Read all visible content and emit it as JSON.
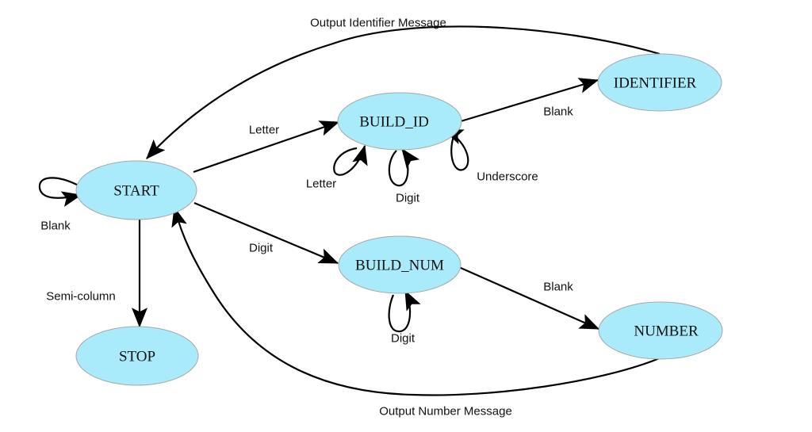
{
  "diagram": {
    "type": "state-machine",
    "colors": {
      "node_fill": "#a9ebfb",
      "node_stroke": "#a7a7a7",
      "edge": "#000000"
    },
    "nodes": [
      {
        "id": "start",
        "label": "START"
      },
      {
        "id": "build_id",
        "label": "BUILD_ID"
      },
      {
        "id": "identifier",
        "label": "IDENTIFIER"
      },
      {
        "id": "build_num",
        "label": "BUILD_NUM"
      },
      {
        "id": "number",
        "label": "NUMBER"
      },
      {
        "id": "stop",
        "label": "STOP"
      }
    ],
    "edges": [
      {
        "id": "start-start",
        "from": "start",
        "to": "start",
        "label": "Blank"
      },
      {
        "id": "start-build_id",
        "from": "start",
        "to": "build_id",
        "label": "Letter"
      },
      {
        "id": "build_id-letter",
        "from": "build_id",
        "to": "build_id",
        "label": "Letter"
      },
      {
        "id": "build_id-digit",
        "from": "build_id",
        "to": "build_id",
        "label": "Digit"
      },
      {
        "id": "build_id-underscore",
        "from": "build_id",
        "to": "build_id",
        "label": "Underscore"
      },
      {
        "id": "build_id-identifier",
        "from": "build_id",
        "to": "identifier",
        "label": "Blank"
      },
      {
        "id": "identifier-start",
        "from": "identifier",
        "to": "start",
        "label": "Output Identifier Message"
      },
      {
        "id": "start-build_num",
        "from": "start",
        "to": "build_num",
        "label": "Digit"
      },
      {
        "id": "build_num-digit",
        "from": "build_num",
        "to": "build_num",
        "label": "Digit"
      },
      {
        "id": "build_num-number",
        "from": "build_num",
        "to": "number",
        "label": "Blank"
      },
      {
        "id": "number-start",
        "from": "number",
        "to": "start",
        "label": "Output Number Message"
      },
      {
        "id": "start-stop",
        "from": "start",
        "to": "stop",
        "label": "Semi-column"
      }
    ]
  }
}
